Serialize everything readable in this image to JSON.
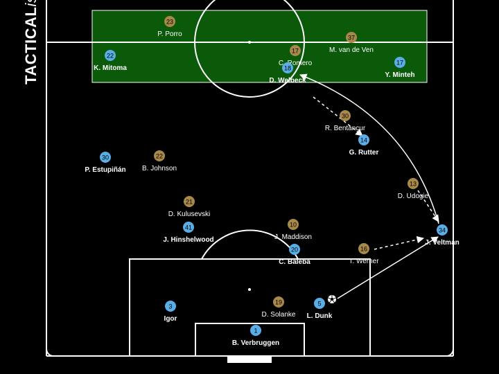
{
  "brand": {
    "part1": "TACTICAL",
    "part2": "ista"
  },
  "colors": {
    "background": "#000000",
    "lines": "#ffffff",
    "highlight_zone": "#0a5a0a",
    "blue_team": "#5aaee8",
    "gold_team": "#a8894a"
  },
  "players": [
    {
      "team": "gold",
      "number": "23",
      "name": "P. Porro",
      "bold": false
    },
    {
      "team": "gold",
      "number": "37",
      "name": "M. van de Ven",
      "bold": false
    },
    {
      "team": "gold",
      "number": "17",
      "name": "C. Romero",
      "bold": false
    },
    {
      "team": "gold",
      "number": "30",
      "name": "R. Bentancur",
      "bold": false
    },
    {
      "team": "gold",
      "number": "22",
      "name": "B. Johnson",
      "bold": false
    },
    {
      "team": "gold",
      "number": "13",
      "name": "D. Udogie",
      "bold": false
    },
    {
      "team": "gold",
      "number": "21",
      "name": "D. Kulusevski",
      "bold": false
    },
    {
      "team": "gold",
      "number": "10",
      "name": "J. Maddison",
      "bold": false
    },
    {
      "team": "gold",
      "number": "16",
      "name": "T. Werner",
      "bold": false
    },
    {
      "team": "gold",
      "number": "19",
      "name": "D. Solanke",
      "bold": false
    },
    {
      "team": "blue",
      "number": "22",
      "name": "K. Mitoma",
      "bold": true
    },
    {
      "team": "blue",
      "number": "18",
      "name": "D. Welbeck",
      "bold": true
    },
    {
      "team": "blue",
      "number": "17",
      "name": "Y. Minteh",
      "bold": true
    },
    {
      "team": "blue",
      "number": "14",
      "name": "G. Rutter",
      "bold": true
    },
    {
      "team": "blue",
      "number": "30",
      "name": "P. Estupiñán",
      "bold": true
    },
    {
      "team": "blue",
      "number": "34",
      "name": "J. Veltman",
      "bold": true
    },
    {
      "team": "blue",
      "number": "41",
      "name": "J. Hinshelwood",
      "bold": true
    },
    {
      "team": "blue",
      "number": "20",
      "name": "C. Baleba",
      "bold": true
    },
    {
      "team": "blue",
      "number": "3",
      "name": "Igor",
      "bold": true
    },
    {
      "team": "blue",
      "number": "5",
      "name": "L. Dunk",
      "bold": true
    },
    {
      "team": "blue",
      "number": "1",
      "name": "B. Verbruggen",
      "bold": true
    }
  ],
  "ball": {
    "icon": "football-icon"
  }
}
